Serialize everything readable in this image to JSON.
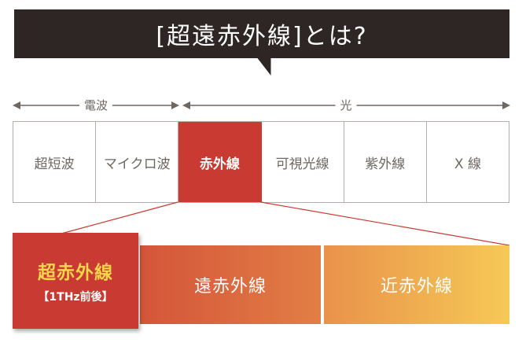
{
  "title": "[超遠赤外線]とは?",
  "ranges": {
    "radio_label": "電波",
    "light_label": "光"
  },
  "spectrum": [
    {
      "label": "超短波"
    },
    {
      "label": "マイクロ波"
    },
    {
      "label": "赤外線",
      "highlighted": true
    },
    {
      "label": "可視光線"
    },
    {
      "label": "紫外線"
    },
    {
      "label": "X 線"
    }
  ],
  "infrared_breakdown": {
    "thz_title": "超赤外線",
    "thz_subtitle": "【1THz前後】",
    "far_label": "遠赤外線",
    "near_label": "近赤外線"
  },
  "colors": {
    "title_bg": "#2e2624",
    "accent_red": "#c93a32",
    "text_gray": "#6e6762",
    "gradient_start": "#d4553a",
    "gradient_end": "#f6c957",
    "thz_title_color": "#f7d54a"
  }
}
